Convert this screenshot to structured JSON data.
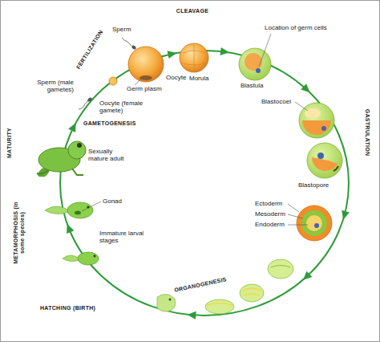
{
  "diagram": {
    "labels": [
      "CLEAVAGE",
      "FERTILIZATION",
      "Sperm",
      "Oocyte",
      "Germ plasm",
      "Morula",
      "Blastula",
      "Location of germ cells",
      "Blastocoel",
      "GASTRULATION",
      "Blastopore",
      "Ectoderm",
      "Mesoderm",
      "Endoderm",
      "ORGANOGENESIS",
      "HATCHING (BIRTH)",
      "Immature larval stages",
      "Gonad",
      "METAMORPHOSIS (in some species)",
      "Sexually mature adult",
      "MATURITY",
      "GAMETOGENESIS",
      "Sperm (male gametes)",
      "Oocyte (female gamete)"
    ]
  }
}
